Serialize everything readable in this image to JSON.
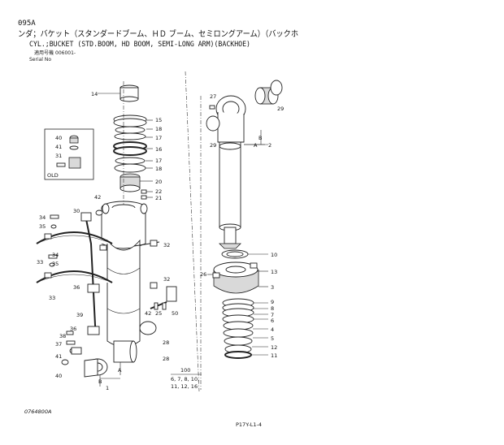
{
  "header": {
    "code": "095A",
    "title_jp": "ンダ；バケット（スタンダードブーム、ＨＤ ブーム、セミロングアーム）（バックホ",
    "title_en": "CYL.;BUCKET (STD.BOOM, HD BOOM, SEMI-LONG ARM)(BACKHOE)",
    "serial_jp": "適用号機",
    "serial_value": "006001-",
    "serial_en": "Serial No"
  },
  "inset": {
    "label": "OLD"
  },
  "callouts": [
    {
      "id": "c14",
      "text": "14"
    },
    {
      "id": "c15",
      "text": "15"
    },
    {
      "id": "c18a",
      "text": "18"
    },
    {
      "id": "c17a",
      "text": "17"
    },
    {
      "id": "c16",
      "text": "16"
    },
    {
      "id": "c17b",
      "text": "17"
    },
    {
      "id": "c18b",
      "text": "18"
    },
    {
      "id": "c20",
      "text": "20"
    },
    {
      "id": "c22",
      "text": "22"
    },
    {
      "id": "c21",
      "text": "21"
    },
    {
      "id": "c40a",
      "text": "40"
    },
    {
      "id": "c41a",
      "text": "41"
    },
    {
      "id": "c31",
      "text": "31"
    },
    {
      "id": "c42a",
      "text": "42"
    },
    {
      "id": "c30",
      "text": "30"
    },
    {
      "id": "c34a",
      "text": "34"
    },
    {
      "id": "c35a",
      "text": "35"
    },
    {
      "id": "c33a",
      "text": "33"
    },
    {
      "id": "c34b",
      "text": "34"
    },
    {
      "id": "c35b",
      "text": "35"
    },
    {
      "id": "c33b",
      "text": "33"
    },
    {
      "id": "c32a",
      "text": "32"
    },
    {
      "id": "c32b",
      "text": "32"
    },
    {
      "id": "c36a",
      "text": "36"
    },
    {
      "id": "c39",
      "text": "39"
    },
    {
      "id": "c42b",
      "text": "42"
    },
    {
      "id": "c25",
      "text": "25"
    },
    {
      "id": "c50",
      "text": "50"
    },
    {
      "id": "c36b",
      "text": "36"
    },
    {
      "id": "c38",
      "text": "38"
    },
    {
      "id": "c37",
      "text": "37"
    },
    {
      "id": "c41b",
      "text": "41"
    },
    {
      "id": "c40b",
      "text": "40"
    },
    {
      "id": "c28a",
      "text": "28"
    },
    {
      "id": "c28b",
      "text": "28"
    },
    {
      "id": "c27",
      "text": "27"
    },
    {
      "id": "c29a",
      "text": "29"
    },
    {
      "id": "c29b",
      "text": "29"
    },
    {
      "id": "c2",
      "text": "2"
    },
    {
      "id": "c10",
      "text": "10"
    },
    {
      "id": "c13",
      "text": "13"
    },
    {
      "id": "c26",
      "text": "26"
    },
    {
      "id": "c3",
      "text": "3"
    },
    {
      "id": "c9",
      "text": "9"
    },
    {
      "id": "c8",
      "text": "8"
    },
    {
      "id": "c7",
      "text": "7"
    },
    {
      "id": "c6",
      "text": "6"
    },
    {
      "id": "c4",
      "text": "4"
    },
    {
      "id": "c5",
      "text": "5"
    },
    {
      "id": "c12",
      "text": "12"
    },
    {
      "id": "c11",
      "text": "11"
    },
    {
      "id": "c1",
      "text": "1"
    }
  ],
  "section_marks": {
    "a_bottom": "A",
    "b_bottom": "B",
    "a_top": "A",
    "b_top": "B"
  },
  "kit": {
    "number": "100",
    "line1": "6, 7, 8, 10,",
    "line2": "11, 12, 16"
  },
  "footer": {
    "drawing_no": "0764800A",
    "page": "P17Y-L1-4"
  }
}
